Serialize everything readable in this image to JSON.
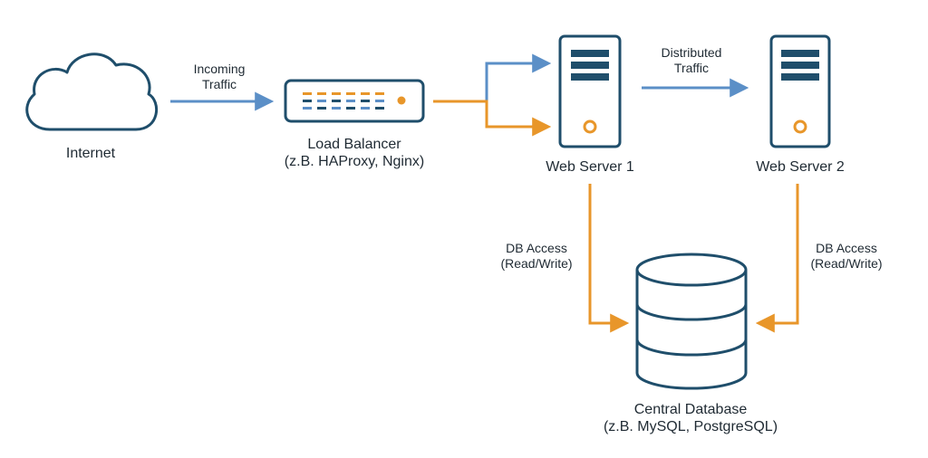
{
  "colors": {
    "outline": "#1f4e6b",
    "blue_flow": "#5b8fc7",
    "orange_flow": "#e8962a",
    "bar_dark": "#1f4e6b",
    "bar_orange": "#e8962a",
    "bar_blue": "#5b8fc7",
    "text": "#1f2a33"
  },
  "nodes": {
    "internet": {
      "icon": "cloud-icon",
      "label": "Internet"
    },
    "load_balancer": {
      "icon": "load-balancer-icon",
      "label_line1": "Load Balancer",
      "label_line2": "(z.B. HAProxy, Nginx)"
    },
    "web_server_1": {
      "icon": "server-icon",
      "label": "Web Server 1"
    },
    "web_server_2": {
      "icon": "server-icon",
      "label": "Web Server 2"
    },
    "database": {
      "icon": "database-icon",
      "label_line1": "Central Database",
      "label_line2": "(z.B. MySQL, PostgreSQL)"
    }
  },
  "edges": {
    "incoming": {
      "line1": "Incoming",
      "line2": "Traffic"
    },
    "distributed": {
      "line1": "Distributed",
      "line2": "Traffic"
    },
    "db_access_1": {
      "line1": "DB Access",
      "line2": "(Read/Write)"
    },
    "db_access_2": {
      "line1": "DB Access",
      "line2": "(Read/Write)"
    }
  }
}
